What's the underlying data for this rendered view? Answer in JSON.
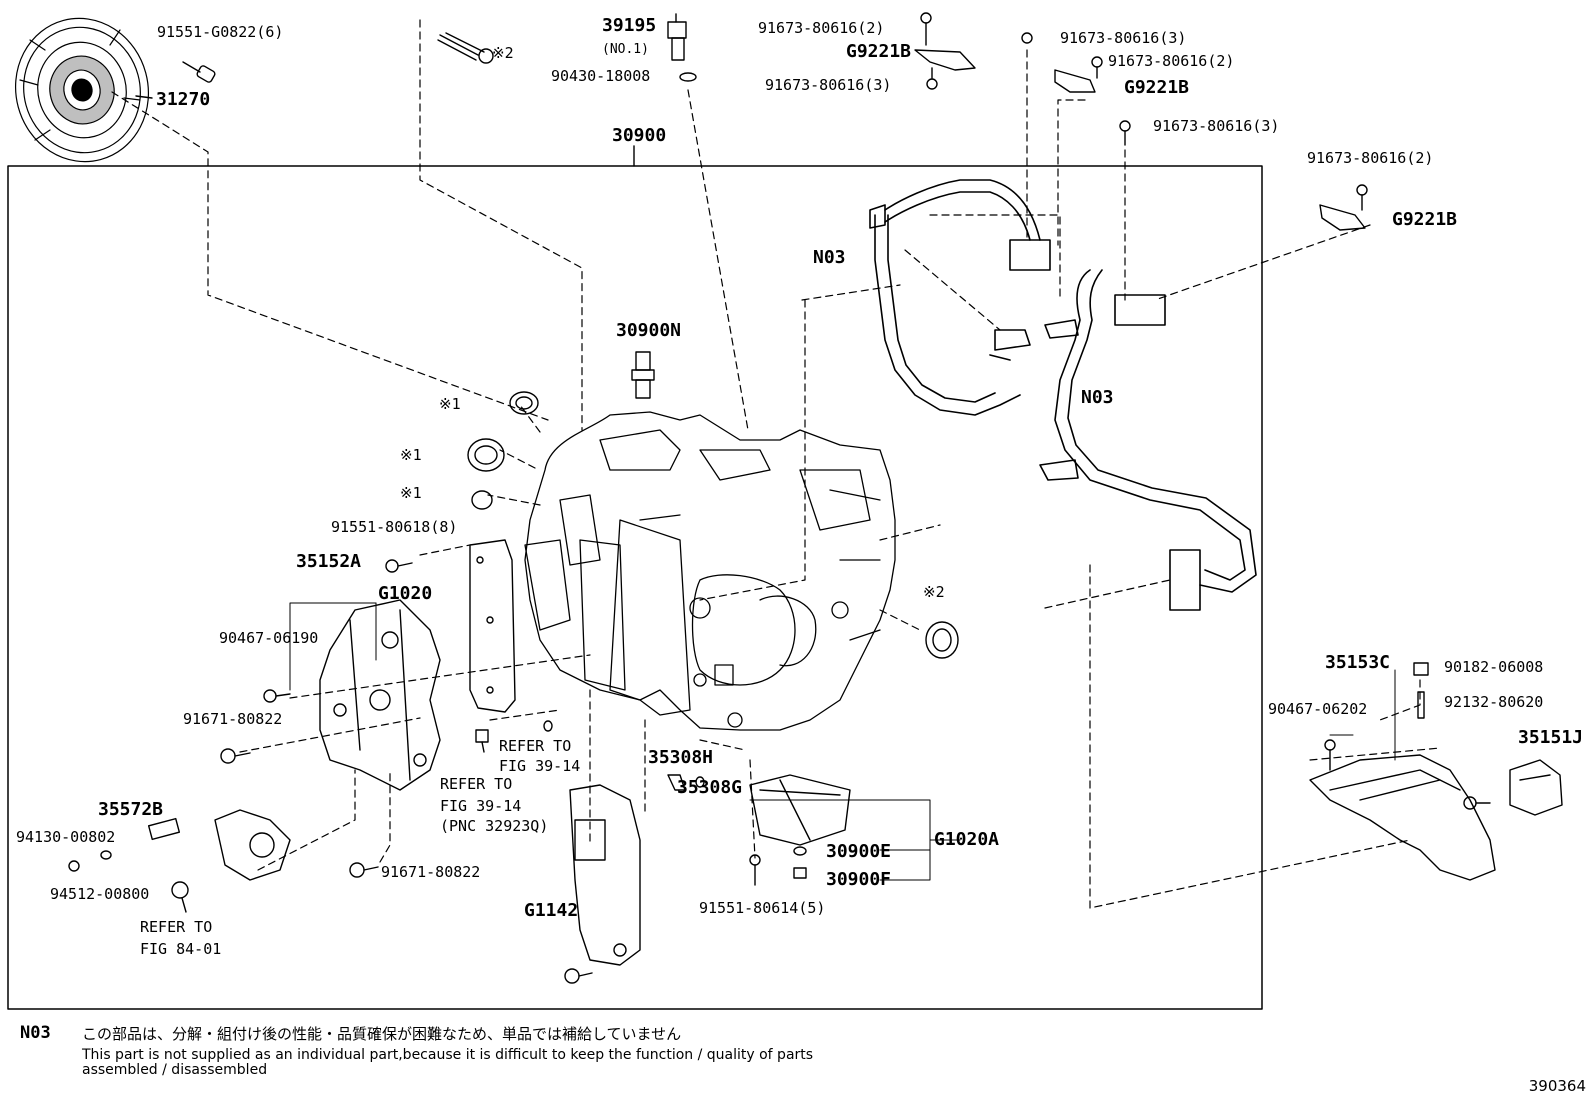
{
  "labels": {
    "p31270": "31270",
    "p91551_g0822": "91551-G0822(6)",
    "p39195": "39195",
    "p39195_sub": "(NO.1)",
    "p90430": "90430-18008",
    "p30900": "30900",
    "p30900n": "30900N",
    "x2_top": "※2",
    "x1_a": "※1",
    "x1_b": "※1",
    "x1_c": "※1",
    "x2_right": "※2",
    "p91551_80618": "91551-80618(8)",
    "p35152a": "35152A",
    "g1020": "G1020",
    "p90467_06190": "90467-06190",
    "p91671_80822_a": "91671-80822",
    "p91671_80822_b": "91671-80822",
    "refer_3914_a_l1": "REFER TO",
    "refer_3914_a_l2": "FIG 39-14",
    "refer_3914_b_l1": "REFER TO",
    "refer_3914_b_l2": "FIG 39-14",
    "refer_3914_b_l3": "(PNC 32923Q)",
    "p35572b": "35572B",
    "p94130": "94130-00802",
    "p94512": "94512-00800",
    "refer_8401_l1": "REFER TO",
    "refer_8401_l2": "FIG 84-01",
    "p35308h": "35308H",
    "p35308g": "35308G",
    "g1142": "G1142",
    "p30900e": "30900E",
    "p30900f": "30900F",
    "g1020a": "G1020A",
    "p91551_80614": "91551-80614(5)",
    "n03_a": "N03",
    "n03_b": "N03",
    "p91673_2a": "91673-80616(2)",
    "g9221b_a": "G9221B",
    "p91673_3a": "91673-80616(3)",
    "p91673_3b": "91673-80616(3)",
    "p91673_2b": "91673-80616(2)",
    "g9221b_b": "G9221B",
    "p91673_3c": "91673-80616(3)",
    "p91673_2c": "91673-80616(2)",
    "g9221b_c": "G9221B",
    "p35153c": "35153C",
    "p90182": "90182-06008",
    "p90467_06202": "90467-06202",
    "p92132": "92132-80620",
    "p35151j": "35151J"
  },
  "footnote": {
    "id": "N03",
    "japanese": "この部品は、分解・組付け後の性能・品質確保が困難なため、単品では補給していません",
    "english": "This part is not supplied as an individual part,because it is difficult to keep the function / quality of parts assembled / disassembled"
  },
  "figure_number": "390364"
}
